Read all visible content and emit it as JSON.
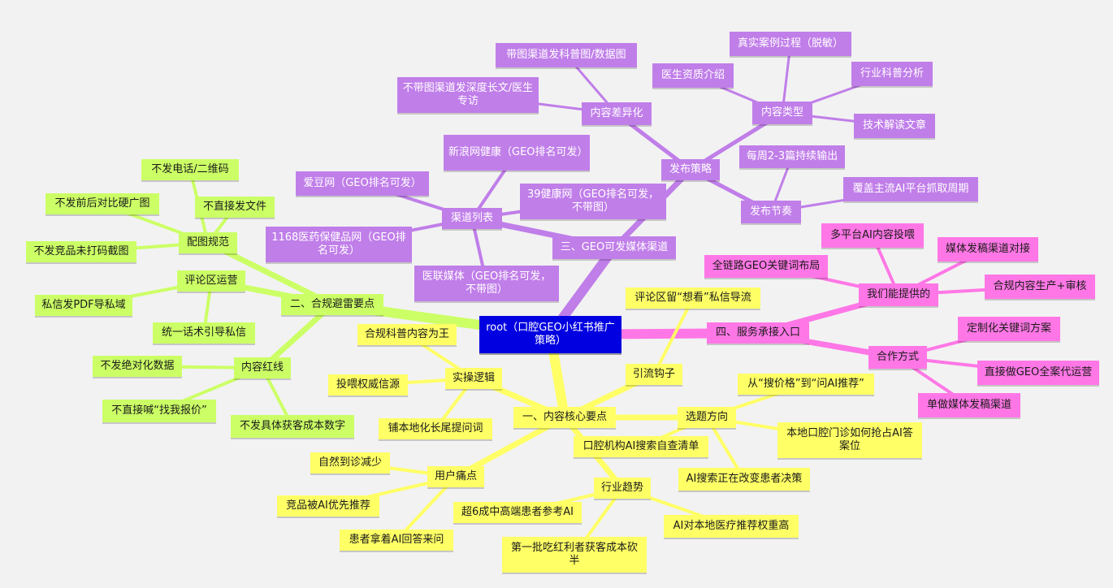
{
  "colors": {
    "root": "#0000e0",
    "purple": "#c07ee9",
    "green": "#ccff66",
    "yellow": "#ffff66",
    "pink": "#ff77e6"
  },
  "nodes": {
    "root": "root（口腔GEO小红书推广策略）",
    "b1": "一、内容核心要点",
    "b1_1": "实操逻辑",
    "b1_1_1": "合规科普内容为王",
    "b1_1_2": "投喂权威信源",
    "b1_1_3": "铺本地化长尾提问词",
    "b1_2": "用户痛点",
    "b1_2_1": "自然到诊减少",
    "b1_2_2": "竞品被AI优先推荐",
    "b1_2_3": "患者拿着AI回答来问",
    "b1_3": "行业趋势",
    "b1_3_1": "超6成中高端患者参考AI",
    "b1_3_2": "第一批吃红利者获客成本砍半",
    "b1_3_3": "AI对本地医疗推荐权重高",
    "b1_4": "选题方向",
    "b1_4_1": "从“搜价格”到“问AI推荐”",
    "b1_4_2": "本地口腔门诊如何抢占AI答案位",
    "b1_4_3": "AI搜索正在改变患者决策",
    "b1_4_4": "口腔机构AI搜索自查清单",
    "b1_5": "引流钩子",
    "b1_5_1": "评论区留“想看”私信导流",
    "b2": "二、合规避雷要点",
    "b2_1": "配图规范",
    "b2_1_1": "不发电话/二维码",
    "b2_1_2": "不直接发文件",
    "b2_1_3": "不发前后对比硬广图",
    "b2_1_4": "不发竞品未打码截图",
    "b2_2": "评论区运营",
    "b2_2_1": "私信发PDF导私域",
    "b2_2_2": "统一话术引导私信",
    "b2_3": "内容红线",
    "b2_3_1": "不发绝对化数据",
    "b2_3_2": "不直接喊“找我报价”",
    "b2_3_3": "不发具体获客成本数字",
    "b3": "三、GEO可发媒体渠道",
    "b3_1": "渠道列表",
    "b3_1_1": "新浪网健康（GEO排名可发）",
    "b3_1_2": "爱豆网（GEO排名可发）",
    "b3_1_3": "1168医药保健品网（GEO排名可发）",
    "b3_1_4": "医联媒体（GEO排名可发，不带图）",
    "b3_1_5": "39健康网（GEO排名可发，不带图）",
    "b3_2": "发布策略",
    "b3_2_1": "内容差异化",
    "b3_2_1_1": "带图渠道发科普图/数据图",
    "b3_2_1_2": "不带图渠道发深度长文/医生专访",
    "b3_2_2": "内容类型",
    "b3_2_2_1": "真实案例过程（脱敏）",
    "b3_2_2_2": "医生资质介绍",
    "b3_2_2_3": "行业科普分析",
    "b3_2_2_4": "技术解读文章",
    "b3_2_3": "发布节奏",
    "b3_2_3_1": "每周2-3篇持续输出",
    "b3_2_3_2": "覆盖主流AI平台抓取周期",
    "b4": "四、服务承接入口",
    "b4_1": "我们能提供的",
    "b4_1_1": "多平台AI内容投喂",
    "b4_1_2": "全链路GEO关键词布局",
    "b4_1_3": "媒体发稿渠道对接",
    "b4_1_4": "合规内容生产+审核",
    "b4_2": "合作方式",
    "b4_2_1": "定制化关键词方案",
    "b4_2_2": "直接做GEO全案代运营",
    "b4_2_3": "单做媒体发稿渠道"
  }
}
